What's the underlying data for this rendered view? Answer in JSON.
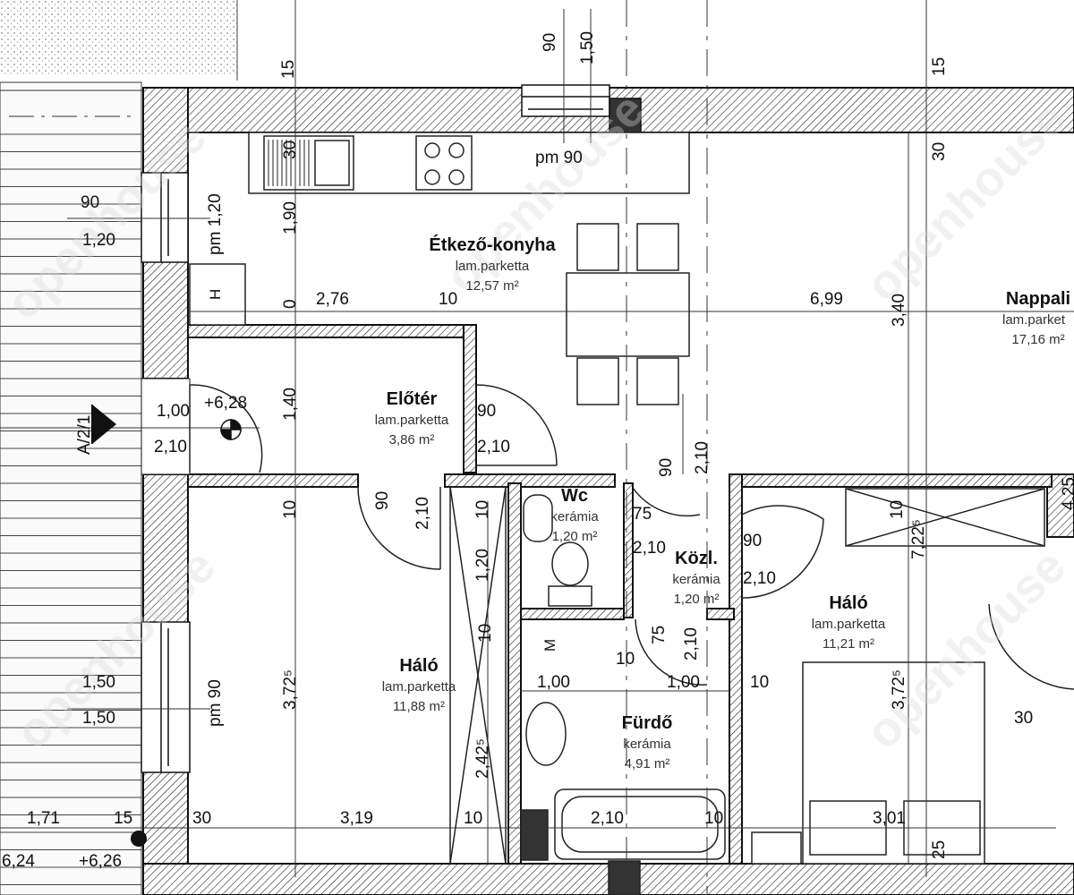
{
  "rooms": {
    "kitchen": {
      "name": "Étkező-konyha",
      "material": "lam.parketta",
      "area": "12,57 m²"
    },
    "living": {
      "name": "Nappali",
      "material": "lam.parket",
      "area": "17,16 m²"
    },
    "hall": {
      "name": "Előtér",
      "material": "lam.parketta",
      "area": "3,86 m²"
    },
    "wc": {
      "name": "Wc",
      "material": "kerámia",
      "area": "1,20 m²"
    },
    "corridor": {
      "name": "Közl.",
      "material": "kerámia",
      "area": "1,20 m²"
    },
    "bedroom_left": {
      "name": "Háló",
      "material": "lam.parketta",
      "area": "11,88 m²"
    },
    "bedroom_right": {
      "name": "Háló",
      "material": "lam.parketta",
      "area": "11,21 m²"
    },
    "bath": {
      "name": "Fürdő",
      "material": "kerámia",
      "area": "4,91 m²"
    }
  },
  "labels": {
    "window_top": "pm 90",
    "window_left_top": "pm 1,20",
    "window_left_bottom": "pm 90",
    "section": "A/2/1",
    "h_mark": "H",
    "m_mark": "M",
    "level_entry": "+6,28",
    "level_left": "6,24",
    "level_right": "+6,26"
  },
  "dims": {
    "top_90": "90",
    "top_150": "1,50",
    "top_15a": "15",
    "top_15b": "15",
    "k_30": "30",
    "k_190": "1,90",
    "k_0": "0",
    "k_276": "2,76",
    "k_10": "10",
    "d_699": "6,99",
    "d_340": "3,40",
    "d_30": "30",
    "w_90": "90",
    "w_120": "1,20",
    "e_100": "1,00",
    "e_210": "2,10",
    "e_140": "1,40",
    "hd_90": "90",
    "hd_210": "2,10",
    "l_10": "10",
    "l_90": "90",
    "l_210": "2,10",
    "c_10": "10",
    "c_120": "1,20",
    "c_10b": "10",
    "s_90": "90",
    "s_210": "2,10",
    "wc_75": "75",
    "wc_210": "2,10",
    "k2_90": "90",
    "k2_210": "2,10",
    "b_10": "10",
    "b_722": "7,22⁵",
    "f_75": "75",
    "f_210": "2,10",
    "f_10": "10",
    "f_100a": "1,00",
    "f_100b": "1,00",
    "f_10c": "10",
    "lw_150a": "1,50",
    "lw_150b": "1,50",
    "l_372": "3,72⁵",
    "b2_372": "3,72⁵",
    "v_242": "2,42⁵",
    "r_30": "30",
    "r_425": "4,25",
    "bot_171": "1,71",
    "bot_15": "15",
    "bot_30": "30",
    "bot_319": "3,19",
    "bot_10": "10",
    "bot_210": "2,10",
    "bot_10b": "10",
    "bot_301": "3,01",
    "bot_25": "25"
  },
  "watermark": "openhouse"
}
